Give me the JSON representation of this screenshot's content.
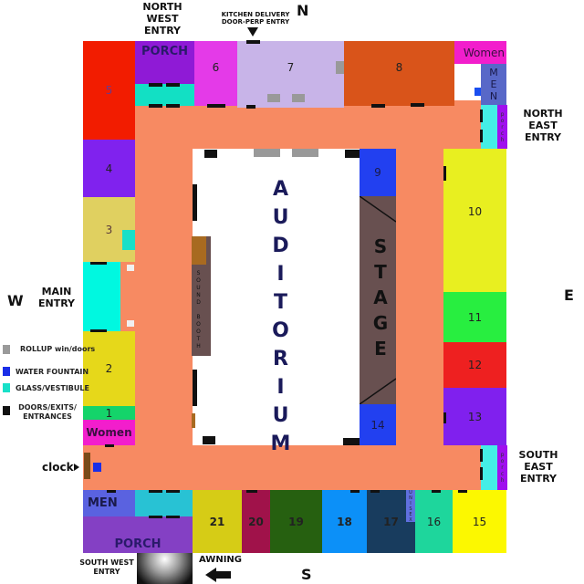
{
  "compass": {
    "n": "N",
    "s": "S",
    "e": "E",
    "w": "W"
  },
  "entries": {
    "north_west": "NORTH WEST ENTRY",
    "kitchen": "KITCHEN DELIVERY DOOR-PERP ENTRY",
    "north_east": "NORTH EAST ENTRY",
    "main": "MAIN ENTRY",
    "south_east": "SOUTH EAST ENTRY",
    "south_west": "SOUTH WEST ENTRY",
    "awning": "AWNING",
    "clock": "clock"
  },
  "rooms": {
    "r1": "1",
    "r2": "2",
    "r3": "3",
    "r4": "4",
    "r5": "5",
    "r6": "6",
    "r7": "7",
    "r8": "8",
    "r9": "9",
    "r10": "10",
    "r11": "11",
    "r12": "12",
    "r13": "13",
    "r14": "14",
    "r15": "15",
    "r16": "16",
    "r17": "17",
    "r18": "18",
    "r19": "19",
    "r20": "20",
    "r21": "21",
    "porch_nw": "PORCH",
    "porch_sw": "PORCH",
    "porch_ne": "porch",
    "porch_se": "porch",
    "women_ne": "Women",
    "women_w": "Women",
    "men_ne": "MEN",
    "men_sw": "MEN",
    "unisex": "UNISEX",
    "auditorium": "AUDITORIUM",
    "stage": "STAGE",
    "sound_booth": "SOUND BOOTH"
  },
  "legend": [
    {
      "label": "ROLLUP win/doors",
      "color": "#9a9a9a"
    },
    {
      "label": "WATER FOUNTAIN",
      "color": "#1a2ee8"
    },
    {
      "label": "GLASS/VESTIBULE",
      "color": "#18e0c8"
    },
    {
      "label": "DOORS/EXITS/ ENTRANCES",
      "color": "#111111"
    }
  ]
}
